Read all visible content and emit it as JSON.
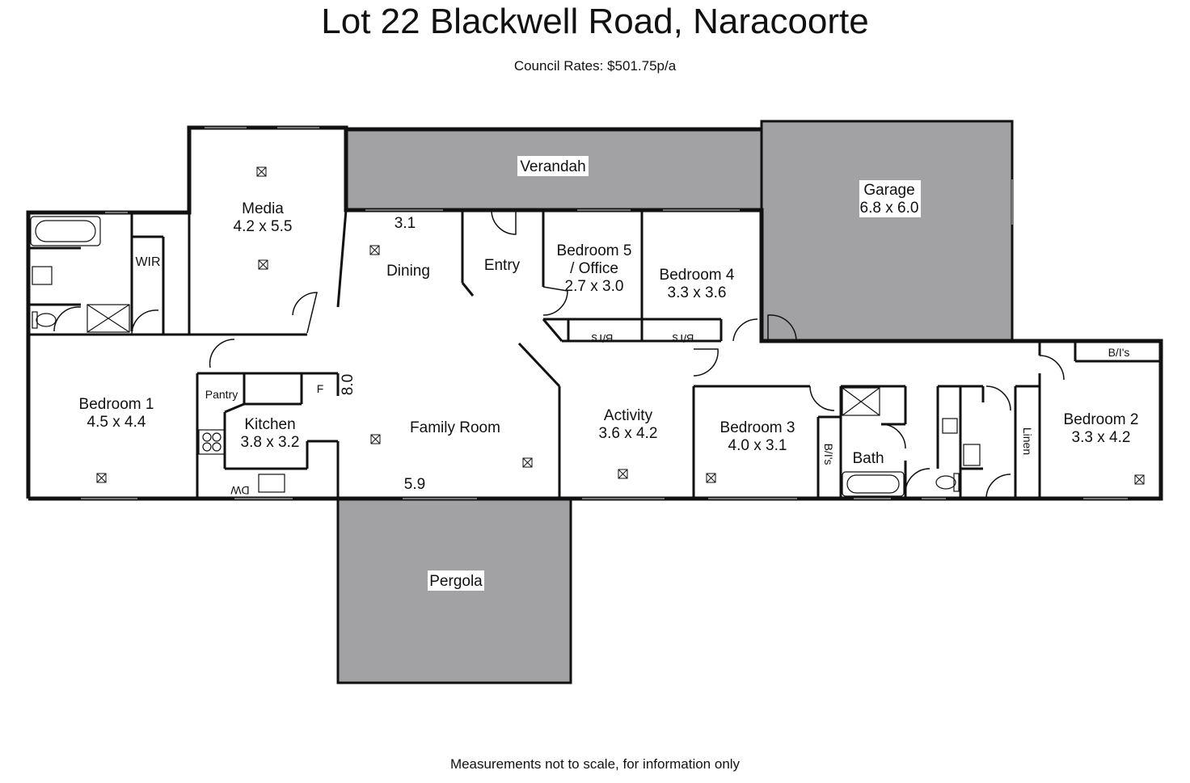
{
  "header": {
    "title": "Lot 22 Blackwell Road, Naracoorte",
    "subtitle": "Council Rates: $501.75p/a"
  },
  "footer": {
    "note": "Measurements not to scale, for information only"
  },
  "rooms": {
    "verandah": "Verandah",
    "garage_name": "Garage",
    "garage_size": "6.8 x 6.0",
    "media_name": "Media",
    "media_size": "4.2 x 5.5",
    "wir": "WIR",
    "dining_dim": "3.1",
    "dining": "Dining",
    "entry": "Entry",
    "bed5_line1": "Bedroom 5",
    "bed5_line2": "/ Office",
    "bed5_size": "2.7 x 3.0",
    "bed4_name": "Bedroom 4",
    "bed4_size": "3.3 x 3.6",
    "bis_1": "B/I's",
    "bis_2": "B/I's",
    "bis_3": "B/I's",
    "bis_4": "B/I's",
    "bed1_name": "Bedroom 1",
    "bed1_size": "4.5 x 4.4",
    "pantry": "Pantry",
    "fridge": "F",
    "family_dim_v": "8.0",
    "kitchen_name": "Kitchen",
    "kitchen_size": "3.8 x 3.2",
    "family_room": "Family Room",
    "dw": "DW",
    "family_dim_h": "5.9",
    "activity_name": "Activity",
    "activity_size": "3.6 x 4.2",
    "bed3_name": "Bedroom 3",
    "bed3_size": "4.0 x 3.1",
    "bath": "Bath",
    "linen": "Linen",
    "bed2_name": "Bedroom 2",
    "bed2_size": "3.3 x 4.2",
    "pergola": "Pergola"
  },
  "colors": {
    "outdoor_fill": "#a2a2a4",
    "wall": "#111111"
  }
}
